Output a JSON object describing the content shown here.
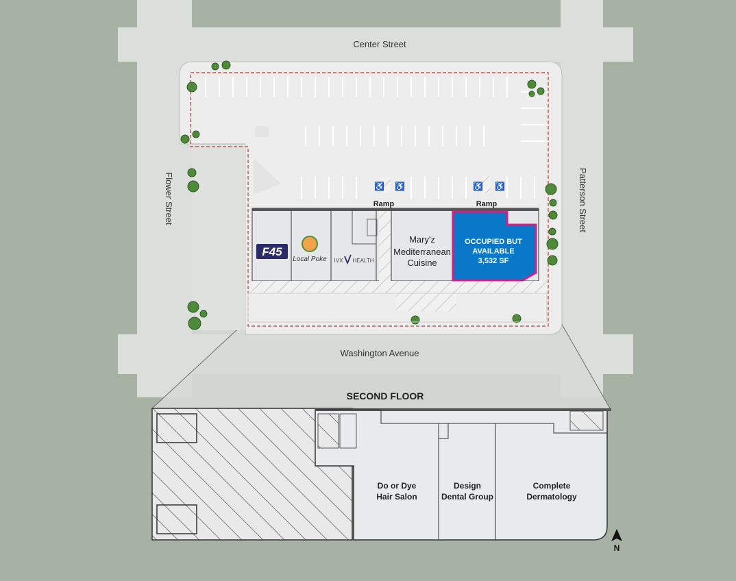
{
  "streets": {
    "north": "Center Street",
    "west": "Flower Street",
    "east": "Patterson Street",
    "south": "Washington Avenue"
  },
  "ramps": [
    "Ramp",
    "Ramp"
  ],
  "ground_tenants": {
    "f45": "F45",
    "local_poke": "Local Poke",
    "ivx_health_left": "IVX",
    "ivx_health_right": "HEALTH",
    "marys_line1": "Mary'z",
    "marys_line2": "Mediterranean",
    "marys_line3": "Cuisine"
  },
  "available_space": {
    "line1": "OCCUPIED BUT",
    "line2": "AVAILABLE",
    "line3": "3,532 SF",
    "fill_color": "#0a78c8",
    "border_color": "#d61f86"
  },
  "second_floor": {
    "title": "SECOND FLOOR",
    "tenant1_line1": "Do or Dye",
    "tenant1_line2": "Hair Salon",
    "tenant2_line1": "Design",
    "tenant2_line2": "Dental Group",
    "tenant3_line1": "Complete",
    "tenant3_line2": "Dermatology"
  },
  "north_arrow": "N",
  "colors": {
    "background": "#a7b2a4",
    "street": "#dcdedb",
    "lot": "#ececec",
    "building": "#e6e7e8",
    "tree": "#4f8a3a"
  }
}
